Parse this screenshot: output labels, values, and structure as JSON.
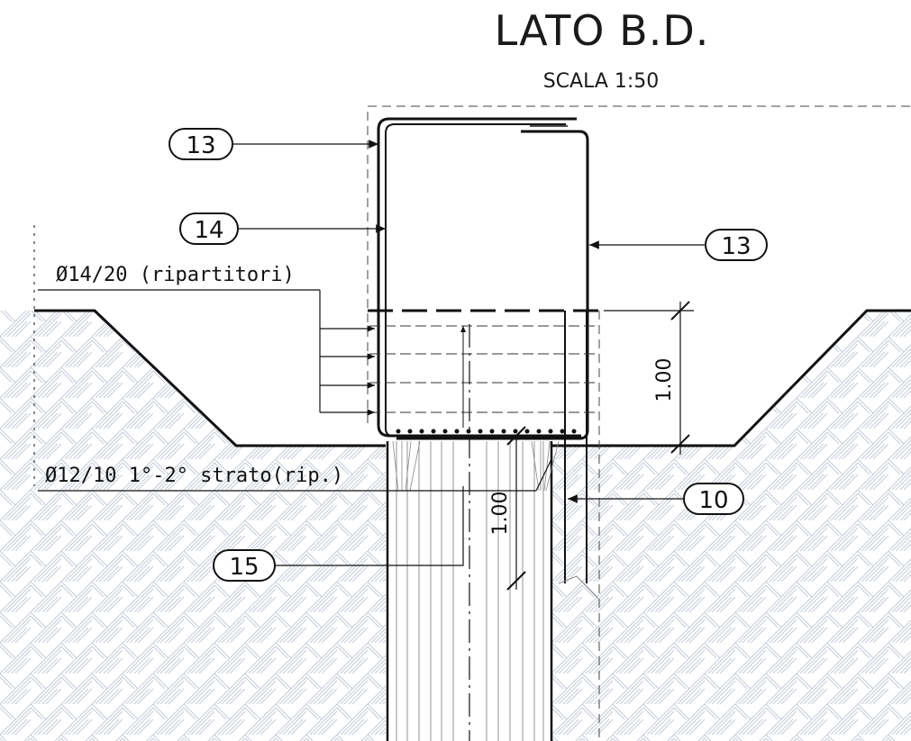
{
  "title": "LATO B.D.",
  "scale": "SCALA 1:50",
  "notes": {
    "transverse_bars": "Ø14/20 (ripartitori)",
    "bottom_layers": "Ø12/10 1°-2° strato(rip.)"
  },
  "tags": {
    "top_left": "13",
    "left": "14",
    "right": "13",
    "bottom_right": "10",
    "bottom_left": "15"
  },
  "dimensions": {
    "upper": "1.00",
    "lower": "1.00"
  },
  "colors": {
    "ink": "#111111",
    "hatch": "#c4cbd6",
    "construction": "#444444"
  }
}
